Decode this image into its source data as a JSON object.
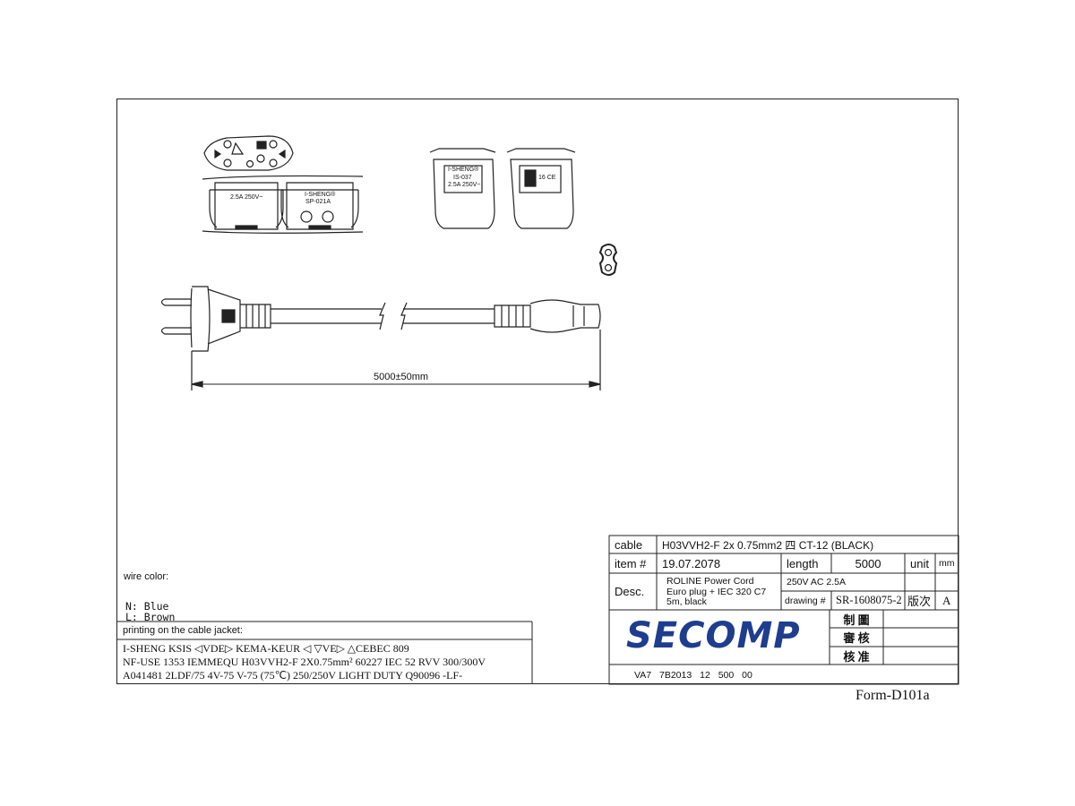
{
  "dimension": {
    "label": "5000±50mm"
  },
  "wire_color": {
    "title": "wire color:",
    "lines": [
      "N: Blue",
      "L: Brown"
    ]
  },
  "jacket": {
    "title": "printing on the cable jacket:",
    "lines": [
      "I-SHENG KSIS ◁VDE▷ KEMA-KEUR ◁ ▽VE▷ △CEBEC 809",
      "NF-USE 1353 IEMMEQU H03VVH2-F 2X0.75mm² 60227 IEC 52 RVV 300/300V",
      "A041481 2LDF/75 4V-75 V-75 (75℃) 250/250V LIGHT DUTY Q90096 -LF-"
    ]
  },
  "plug_labels": {
    "plug_rating": "2.5A 250V~",
    "plug_brand": "I-SHENG®",
    "plug_model": "SP-021A",
    "conn_brand": "I-SHENG®",
    "conn_model": "IS-037",
    "conn_rating": "2.5A 250V~",
    "conn_mark": "16 CE"
  },
  "title_block": {
    "cable_label": "cable",
    "cable_value": "H03VVH2-F 2x 0.75mm2 四 CT-12 (BLACK)",
    "item_label": "item #",
    "item_value": "19.07.2078",
    "length_label": "length",
    "length_value": "5000",
    "unit_label": "unit",
    "unit_value": "mm",
    "desc_label": "Desc.",
    "desc_lines": [
      "ROLINE Power Cord",
      "Euro plug + IEC 320 C7",
      "5m, black"
    ],
    "rating": "250V AC 2.5A",
    "drawing_label": "drawing #",
    "drawing_value": "SR-1608075-2",
    "version_label": "版次",
    "version_value": "A",
    "company": "SECOMP",
    "made_by": "制 圖",
    "review": "審 核",
    "approve": "核 准",
    "footer_code": "VA7 7B2013 12 500 00"
  },
  "form_id": "Form-D101a"
}
